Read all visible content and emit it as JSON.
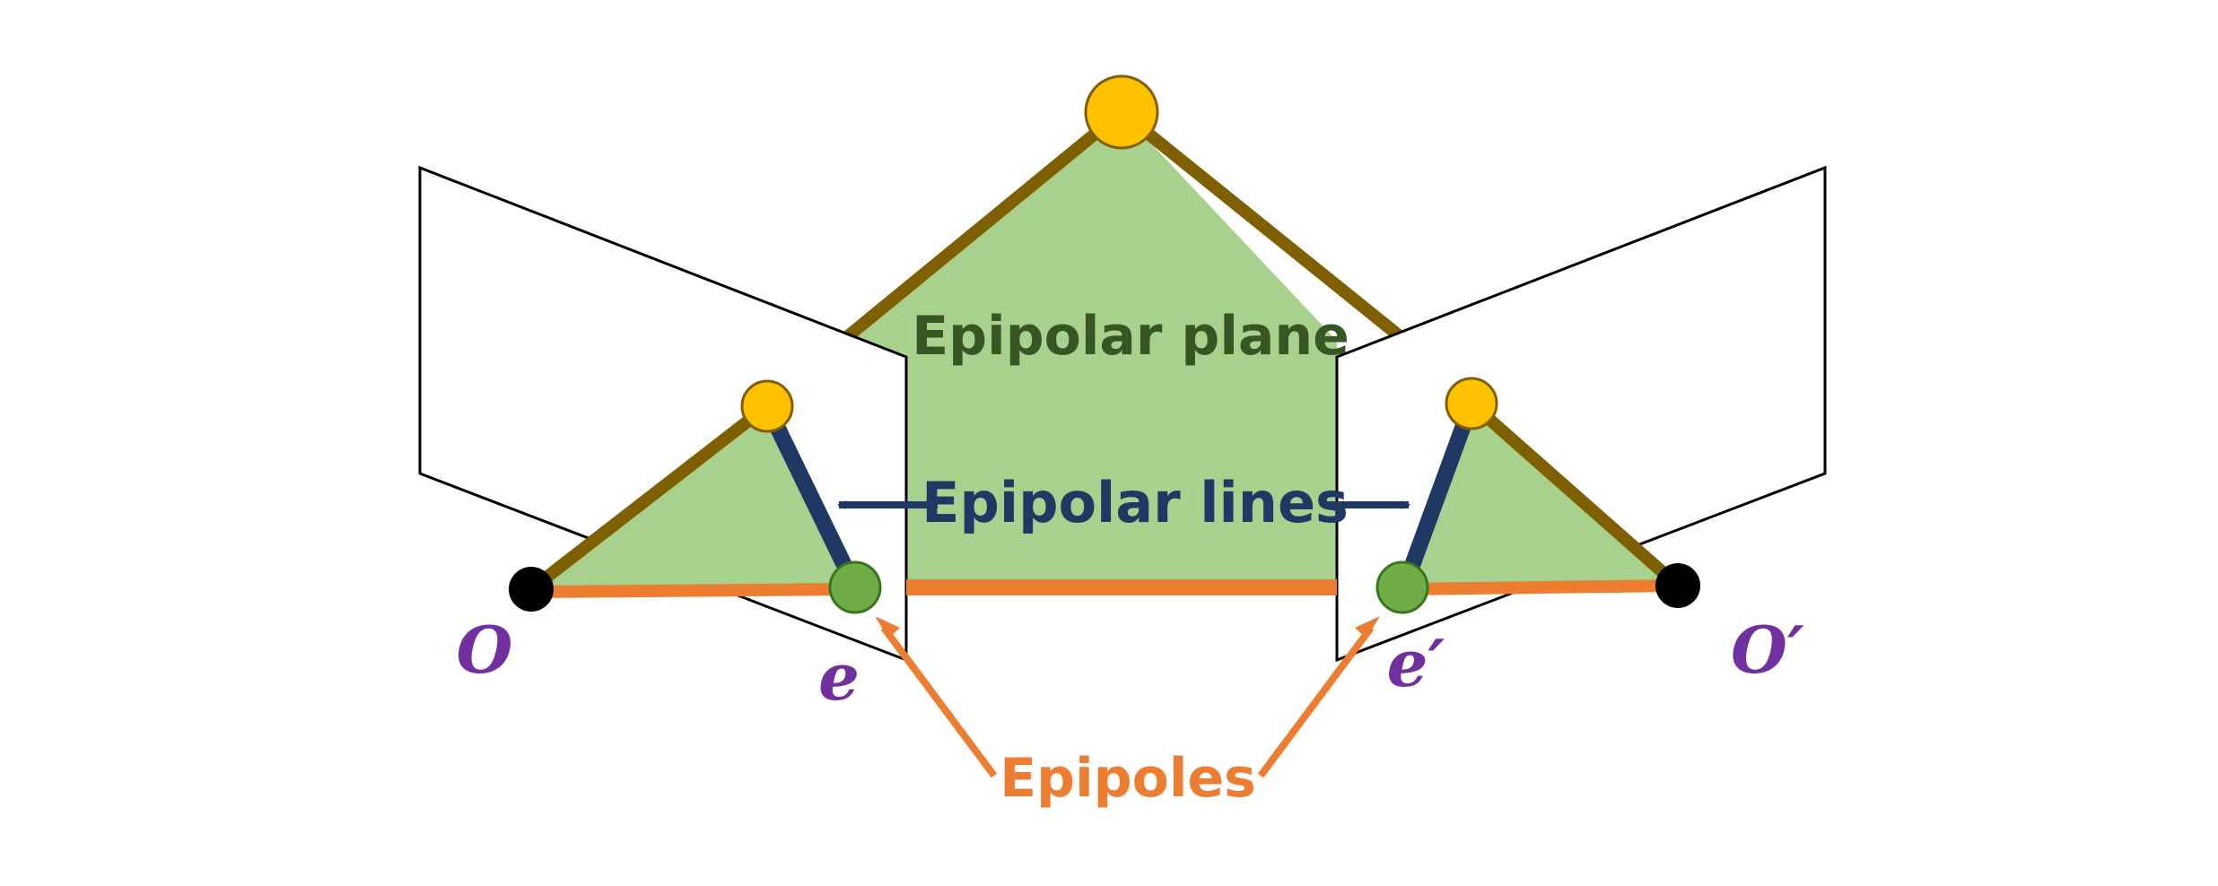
{
  "colors": {
    "plane_fill": "#a9d18e",
    "ray": "#7f6000",
    "epipolar_line": "#203864",
    "baseline": "#ed7d31",
    "point_3d": "#ffc000",
    "point_outline": "#7f6000",
    "epipole_fill": "#70ad47",
    "epipole_outline": "#38761d",
    "camera_center": "#000000",
    "label_plane": "#375623",
    "label_lines": "#203864",
    "label_epipoles": "#ed7d31",
    "label_math": "#7030a0",
    "image_plane_stroke": "#000000"
  },
  "labels": {
    "epipolar_plane": "Epipolar plane",
    "epipolar_lines": "Epipolar lines",
    "epipoles": "Epipoles",
    "camera_left": "O",
    "camera_right": "O′",
    "epipole_left": "e",
    "epipole_right": "e′"
  }
}
